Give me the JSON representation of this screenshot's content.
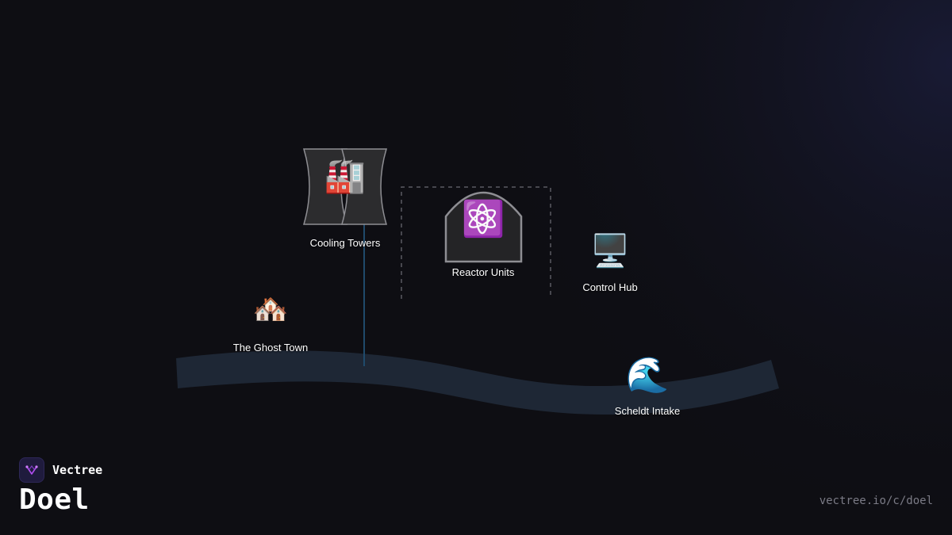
{
  "brand": {
    "name": "Vectree"
  },
  "page": {
    "title": "Doel",
    "url": "vectree.io/c/doel"
  },
  "nodes": {
    "cooling_towers": {
      "label": "Cooling Towers",
      "icon": "factory-icon"
    },
    "reactor_units": {
      "label": "Reactor Units",
      "icon": "atom-icon"
    },
    "control_hub": {
      "label": "Control Hub",
      "icon": "desktop-computer-icon"
    },
    "ghost_town": {
      "label": "The Ghost Town",
      "icon": "houses-icon"
    },
    "scheldt_intake": {
      "label": "Scheldt Intake",
      "icon": "water-wave-icon"
    }
  },
  "colors": {
    "background": "#0e0e13",
    "river": "#1e2735",
    "building_fill": "#2c2c2e",
    "building_stroke": "#8e8e93",
    "pipe": "#1f4a6b",
    "dashed_zone": "#5a5a62",
    "brand_accent": "#b14cf0"
  }
}
